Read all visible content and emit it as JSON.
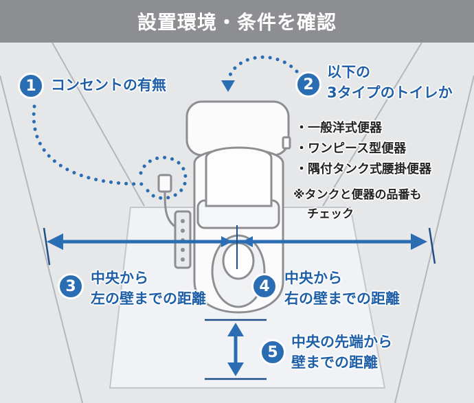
{
  "header": {
    "title": "設置環境・条件を確認"
  },
  "items": [
    {
      "number": "1",
      "lines": [
        "コンセントの有無"
      ]
    },
    {
      "number": "2",
      "lines": [
        "以下の",
        "3タイプのトイレか"
      ]
    },
    {
      "number": "3",
      "lines": [
        "中央から",
        "左の壁までの距離"
      ]
    },
    {
      "number": "4",
      "lines": [
        "中央から",
        "右の壁までの距離"
      ]
    },
    {
      "number": "5",
      "lines": [
        "中央の先端から",
        "壁までの距離"
      ]
    }
  ],
  "toilet_types": [
    "・一般洋式便器",
    "・ワンピース型便器",
    "・隅付タンク式腰掛便器"
  ],
  "note_lines": [
    "※タンクと便器の品番も",
    "チェック"
  ],
  "colors": {
    "accent": "#2b6db3",
    "header_bg": "#8d8e91",
    "wall": "#e6e7e9",
    "floor": "#eef0f3"
  }
}
